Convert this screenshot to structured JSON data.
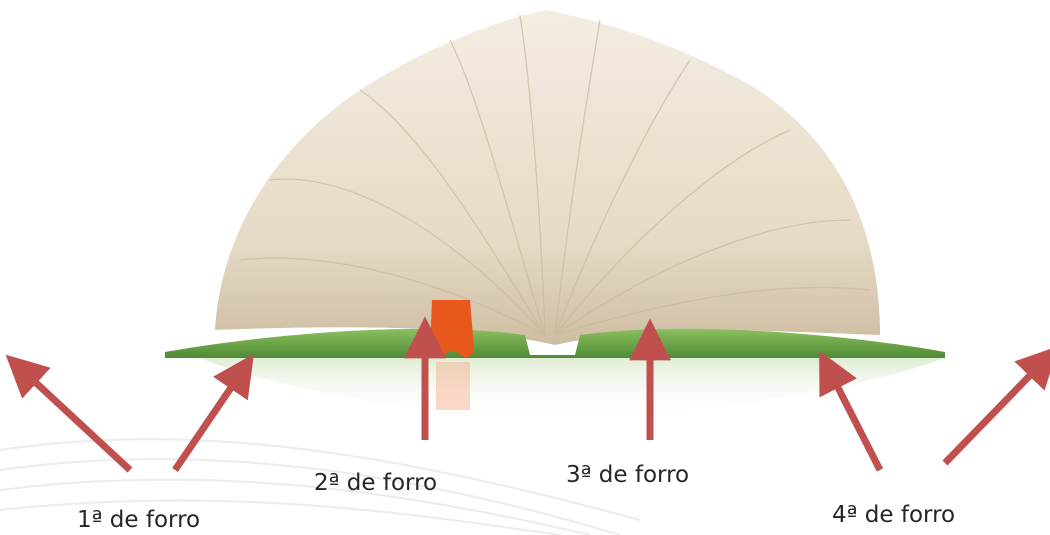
{
  "labels": {
    "first": "1ª de forro",
    "second": "2ª de forro",
    "third": "3ª de forro",
    "fourth": "4ª de forro"
  },
  "colors": {
    "arrow": "#c0504d",
    "cover": "#6aa84f",
    "pages": "#e8dcc8",
    "bookmark": "#e8581c"
  }
}
